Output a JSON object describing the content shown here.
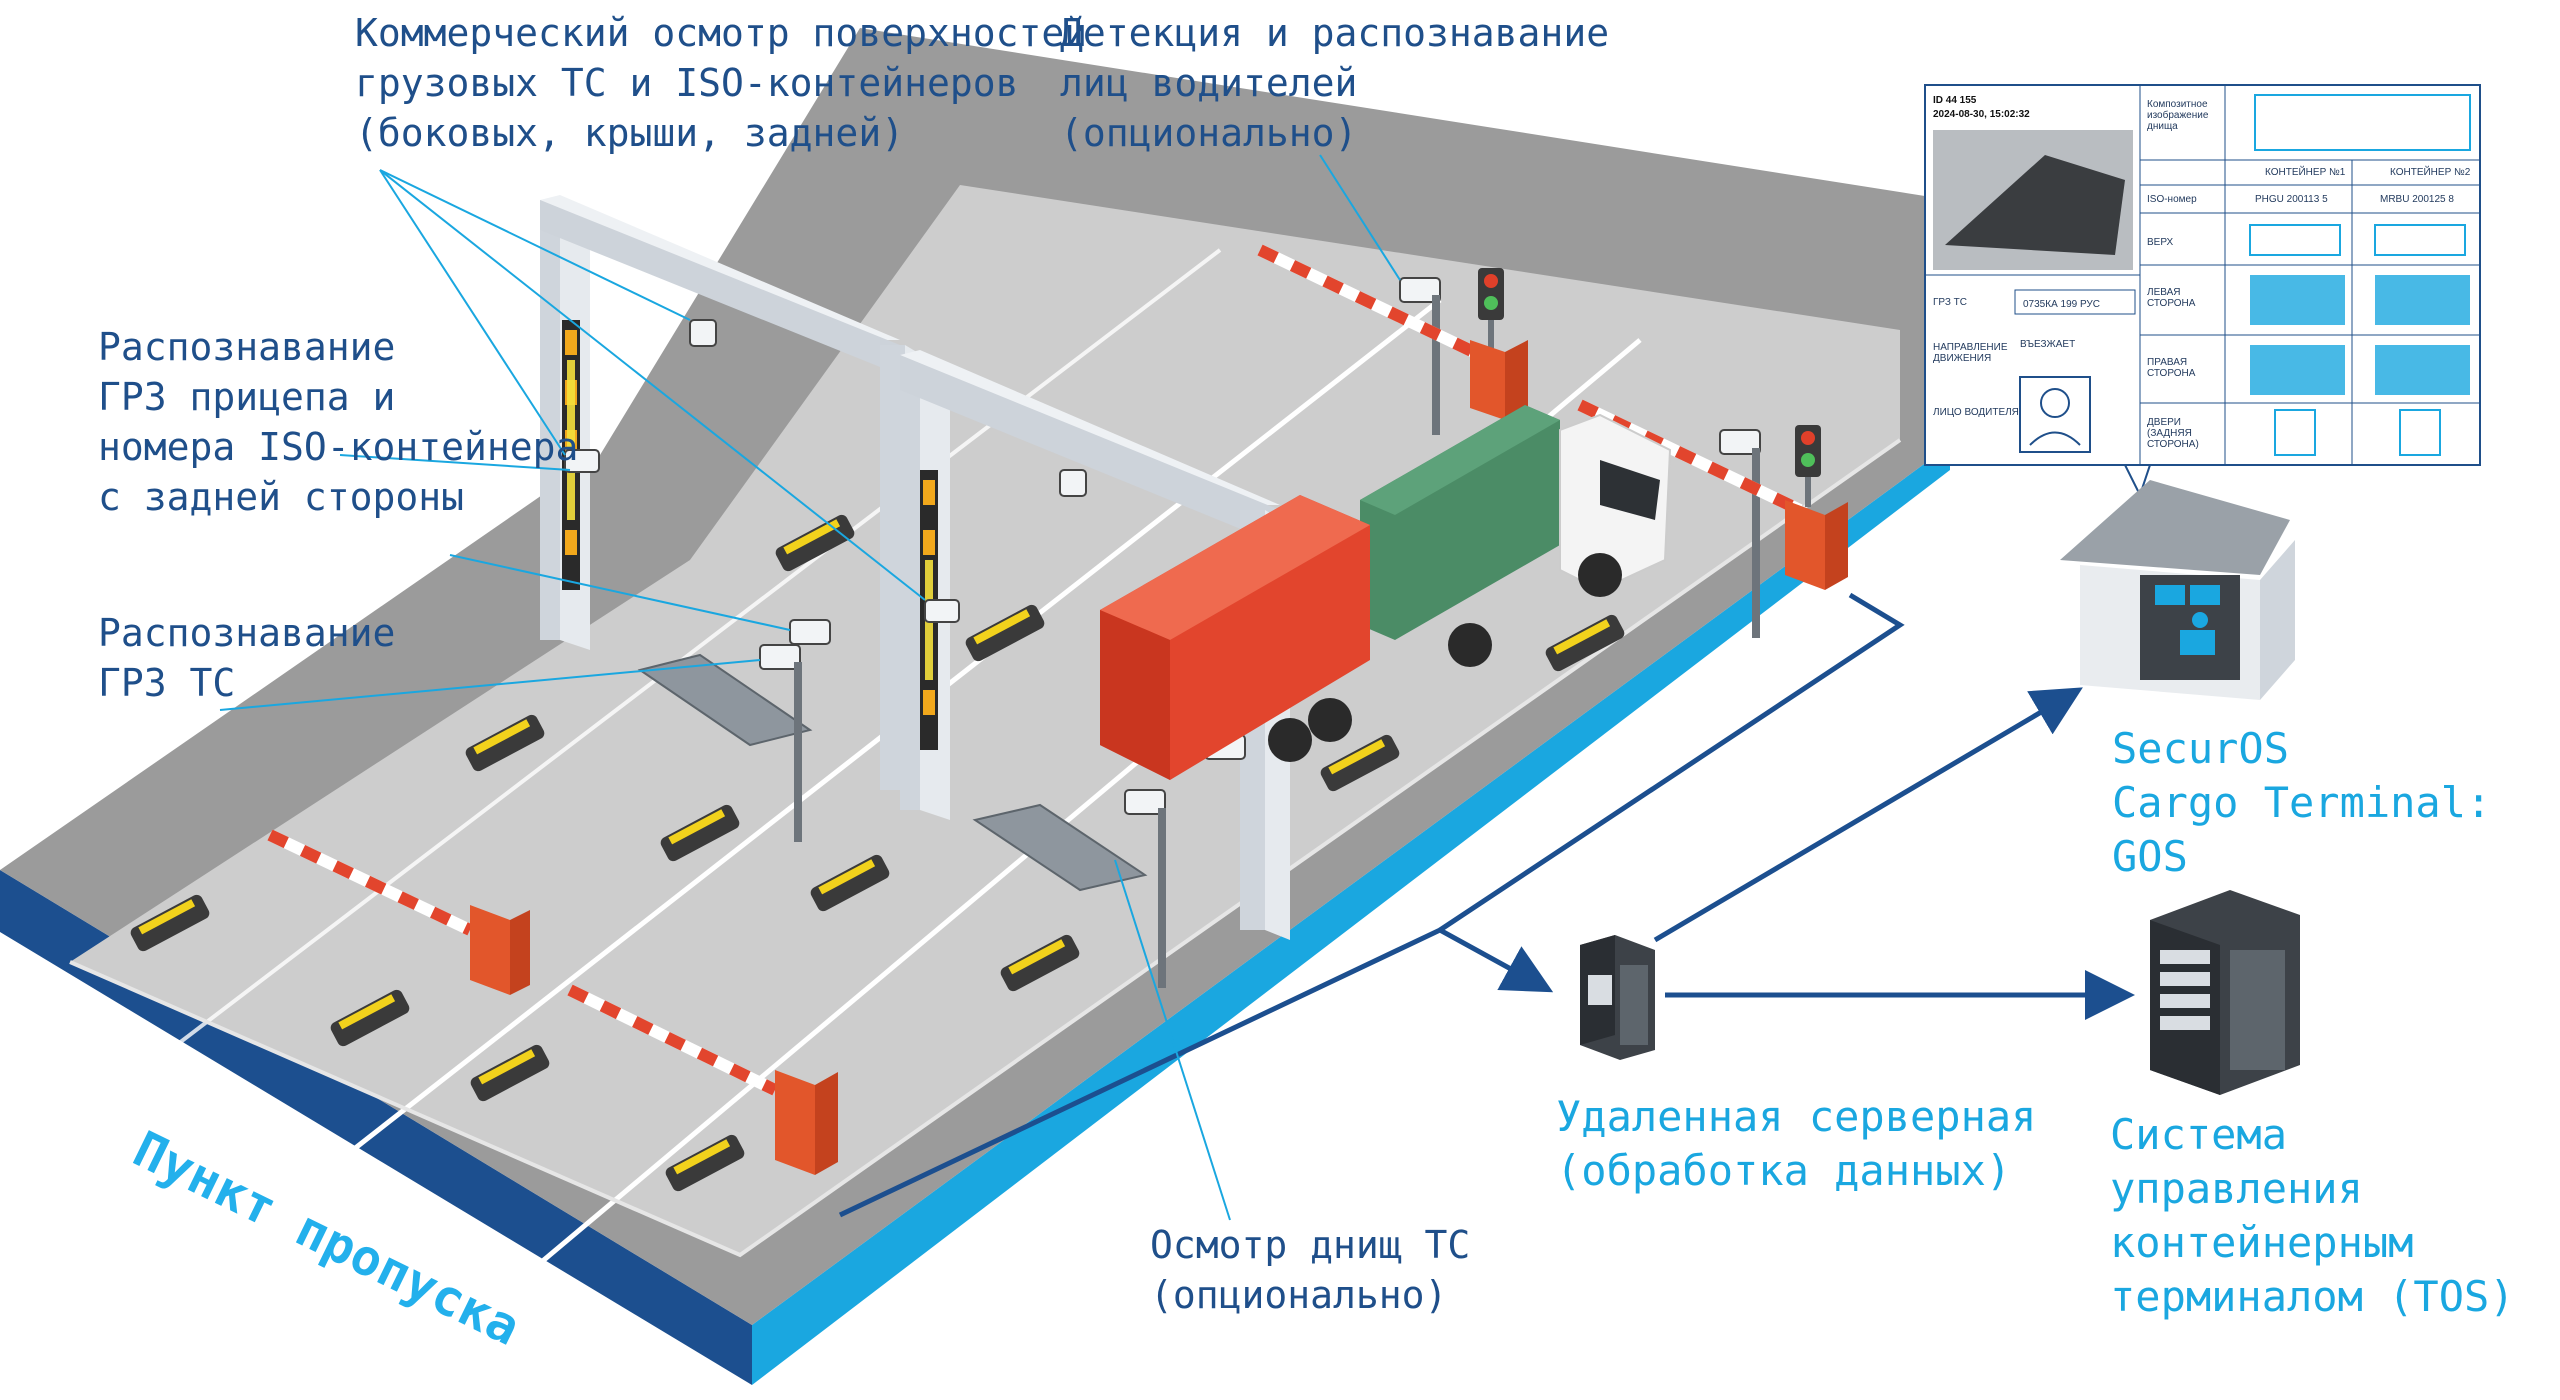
{
  "labels": {
    "surface_inspection": "Коммерческий осмотр поверхностей\nгрузовых ТС и ISO-контейнеров\n(боковых, крыши, задней)",
    "face_detection": "Детекция и распознавание\nлиц водителей\n(опционально)",
    "trailer_iso": "Распознавание\nГРЗ прицепа и\nномера ISO-контейнера\nс задней стороны",
    "plate_recognition": "Распознавание\nГРЗ ТС",
    "undercarriage": "Осмотр днищ ТС\n(опционально)",
    "checkpoint": "Пункт пропуска",
    "server_room": "Удаленная серверная\n(обработка данных)",
    "securos": "SecurOS\nCargo Terminal: GOS",
    "tos": "Система управления\nконтейнерным\nтерминалом (TOS)"
  },
  "card": {
    "id": "ID 44 155",
    "datetime": "2024-08-30, 15:02:32",
    "plate_label": "ГРЗ ТС",
    "plate_value": "0735КА 199 РУС",
    "direction_label": "НАПРАВЛЕНИЕ\nДВИЖЕНИЯ",
    "direction_value": "ВЪЕЗЖАЕТ",
    "driver_face_label": "ЛИЦО ВОДИТЕЛЯ",
    "underside_label": "Композитное\nизображение\nднища",
    "container1_header": "КОНТЕЙНЕР №1",
    "container2_header": "КОНТЕЙНЕР №2",
    "iso_label": "ISO-номер",
    "iso1": "PHGU 200113 5",
    "iso2": "MRBU 200125 8",
    "top_label": "ВЕРХ",
    "left_label": "ЛЕВАЯ\nСТОРОНА",
    "right_label": "ПРАВАЯ\nСТОРОНА",
    "doors_label": "ДВЕРИ\n(ЗАДНЯЯ\nСТОРОНА)"
  },
  "colors": {
    "road": "#c9c9c9",
    "road_shoulder": "#9a9a9a",
    "platform_side": "#1c4f8f",
    "platform_edge": "#1aa7e0",
    "label_blue": "#1f4f8a",
    "label_cyan": "#1aa7e0",
    "container_red": "#e2452d",
    "container_green": "#4b8c66",
    "barrier_orange": "#e2562b",
    "gate": "#d9dde2"
  }
}
